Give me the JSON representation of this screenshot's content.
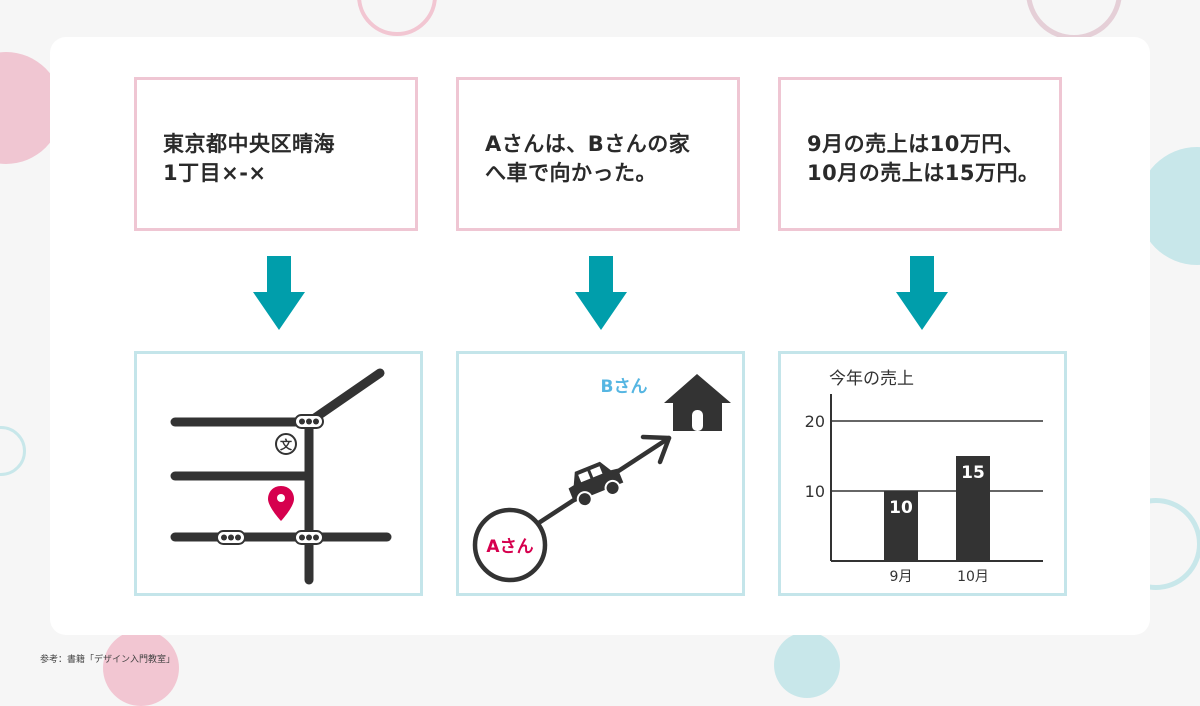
{
  "examples": [
    {
      "text": "東京都中央区晴海\n1丁目×-×"
    },
    {
      "text": "Aさんは、Bさんの家\nへ車で向かった。"
    },
    {
      "text": "9月の売上は10万円、\n10月の売上は15万円。"
    }
  ],
  "map": {
    "school_symbol": "文",
    "icons": [
      "traffic-light-icon",
      "school-icon",
      "location-pin-icon"
    ]
  },
  "route": {
    "start_label": "Aさん",
    "end_label": "Bさん",
    "icons": [
      "car-icon",
      "house-icon",
      "arrow-icon"
    ]
  },
  "chart_data": {
    "type": "bar",
    "title": "今年の売上",
    "categories": [
      "9月",
      "10月"
    ],
    "values": [
      10,
      15
    ],
    "data_labels": [
      "10",
      "15"
    ],
    "y_ticks": [
      10,
      20
    ],
    "ylim": [
      0,
      20
    ],
    "grid": true,
    "bar_color": "#333333"
  },
  "footnote": "参考：書籍「デザイン入門教室」",
  "colors": {
    "pink_border": "#efc6d3",
    "teal_border": "#c4e5ea",
    "arrow_teal": "#009eab",
    "dark": "#333333",
    "pin_red": "#d6004e",
    "label_blue": "#56b6e2"
  }
}
